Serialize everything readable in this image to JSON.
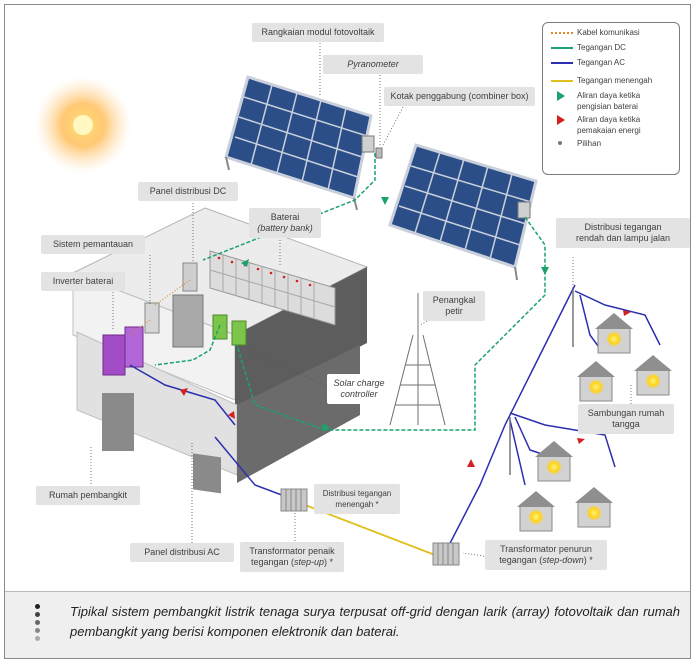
{
  "labels": {
    "pv_string": "Rangkaian modul fotovoltaik",
    "pyranometer": "Pyranometer",
    "combiner_box": "Kotak penggabung (combiner box)",
    "dc_panel": "Panel distribusi DC",
    "battery_l1": "Baterai",
    "battery_l2": "(battery bank)",
    "monitoring": "Sistem pemantauan",
    "battery_inverter": "Inverter baterai",
    "lightning_l1": "Penangkal",
    "lightning_l2": "petir",
    "low_voltage_l1": "Distribusi tegangan",
    "low_voltage_l2": "rendah dan lampu jalan",
    "solar_cc_l1": "Solar charge",
    "solar_cc_l2": "controller",
    "house_conn_l1": "Sambungan rumah",
    "house_conn_l2": "tangga",
    "powerhouse": "Rumah pembangkit",
    "mv_dist_l1": "Distribusi tegangan",
    "mv_dist_l2": "menengah *",
    "ac_panel": "Panel distribusi AC",
    "step_up_l1": "Transformator penaik",
    "step_up_l2a": "tegangan (",
    "step_up_l2b": "step-up",
    "step_up_l2c": ") *",
    "step_down_l1": "Transformator penurun",
    "step_down_l2a": "tegangan (",
    "step_down_l2b": "step-down",
    "step_down_l2c": ") *"
  },
  "legend": {
    "items": [
      {
        "label": "Kabel komunikasi",
        "color": "#e08a2a",
        "style": "dotted"
      },
      {
        "label": "Tegangan DC",
        "color": "#1aa36b",
        "style": "solid"
      },
      {
        "label": "Tegangan AC",
        "color": "#2b2fb0",
        "style": "solid"
      },
      {
        "label": "Tegangan menengah",
        "color": "#e0c020",
        "style": "solid"
      }
    ],
    "flow_charge_l1": "Aliran daya ketika",
    "flow_charge_l2": "pengisian baterai",
    "flow_discharge_l1": "Aliran daya ketika",
    "flow_discharge_l2": "pemakaian energi",
    "optional": "Pilihan"
  },
  "caption": "Tipikal sistem pembangkit listrik tenaga surya terpusat off-grid dengan larik (array) fotovoltaik dan rumah pembangkit yang berisi komponen elektronik dan baterai.",
  "colors": {
    "dc": "#1aa36b",
    "ac": "#2b2fb0",
    "comm": "#e08a2a",
    "mv": "#e0c020",
    "charge_arrow": "#1aa36b",
    "discharge_arrow": "#d42020",
    "panel": "#2a4f8a",
    "inverter": "#a24cc8",
    "controller": "#7cc44a"
  }
}
